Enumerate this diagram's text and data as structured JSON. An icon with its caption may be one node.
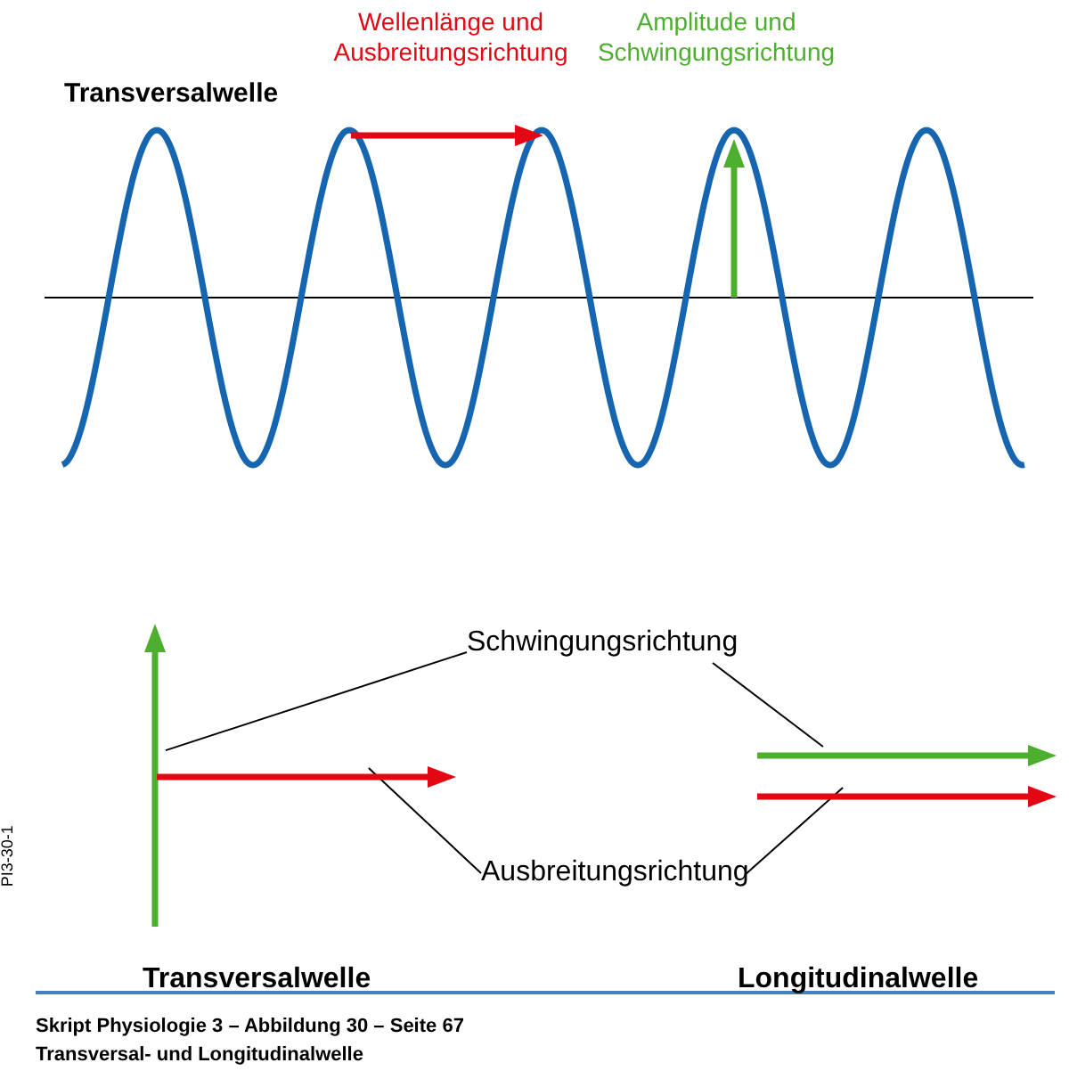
{
  "diagram": {
    "nodes": [
      {
        "text": [
          "Schwingungsrichtung"
        ]
      },
      {
        "text": [
          "Ausbreitungsrichtung"
        ]
      },
      {
        "text": [],
        "shape": "arrow"
      },
      {
        "text": [],
        "shape": "arrow"
      },
      {
        "text": [],
        "shape": "arrow"
      },
      {
        "text": [],
        "shape": "arrow"
      }
    ],
    "edges": [
      {
        "from": 0,
        "to": 2,
        "arrow": "none"
      },
      {
        "from": 0,
        "to": 4,
        "arrow": "none"
      },
      {
        "from": 1,
        "to": 3,
        "arrow": "none"
      },
      {
        "from": 1,
        "to": 5,
        "arrow": "none"
      }
    ],
    "labels": [
      "Wellenlänge und Ausbreitungsrichtung",
      "Amplitude und Schwingungsrichtung",
      "Transversalwelle",
      "PI3-30-1",
      "Transversalwelle",
      "Longitudinalwelle",
      "Skript Physiologie 3 – Abbildung 30 – Seite 67",
      "Transversal- und Longitudinalwelle"
    ]
  }
}
